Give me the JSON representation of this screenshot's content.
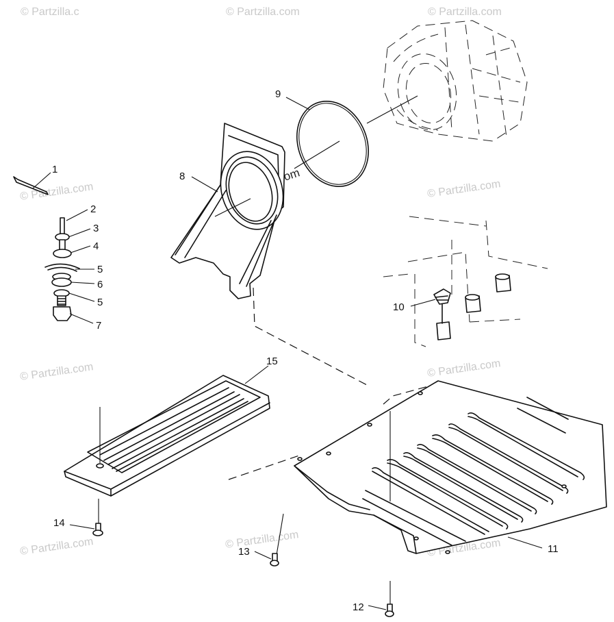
{
  "watermark": "© Partzilla.com",
  "watermark_top": "© Partzilla.c",
  "callouts": {
    "c1": "1",
    "c2": "2",
    "c3": "3",
    "c4": "4",
    "c5a": "5",
    "c6": "6",
    "c5b": "5",
    "c7": "7",
    "c8": "8",
    "c9": "9",
    "c10": "10",
    "c11": "11",
    "c12": "12",
    "c13": "13",
    "c14": "14",
    "c15": "15"
  }
}
